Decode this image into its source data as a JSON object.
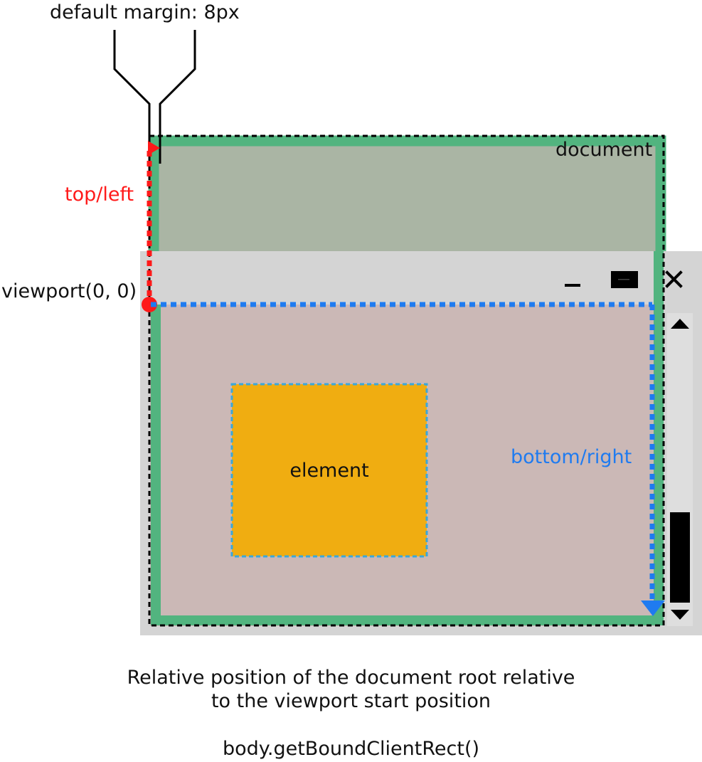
{
  "labels": {
    "default_margin": "default margin: 8px",
    "document": "document",
    "top_left": "top/left",
    "viewport_origin": "viewport(0, 0)",
    "bottom_right": "bottom/right",
    "element": "element"
  },
  "caption": {
    "line1": "Relative position of the document root relative",
    "line2": "to the viewport start position",
    "code": "body.getBoundClientRect()"
  },
  "window_controls": [
    "minimize-icon",
    "maximize-icon",
    "close-icon"
  ],
  "colors": {
    "document_border": "#52b47f",
    "document_fill": "#aab5a4",
    "viewport_chrome": "#d4d4d4",
    "viewport_content": "#cbb8b6",
    "element_fill": "#f0ad11",
    "top_left_marker": "#ff1a1a",
    "bottom_right_marker": "#1f7bf0",
    "element_outline": "#3ba7d9"
  }
}
